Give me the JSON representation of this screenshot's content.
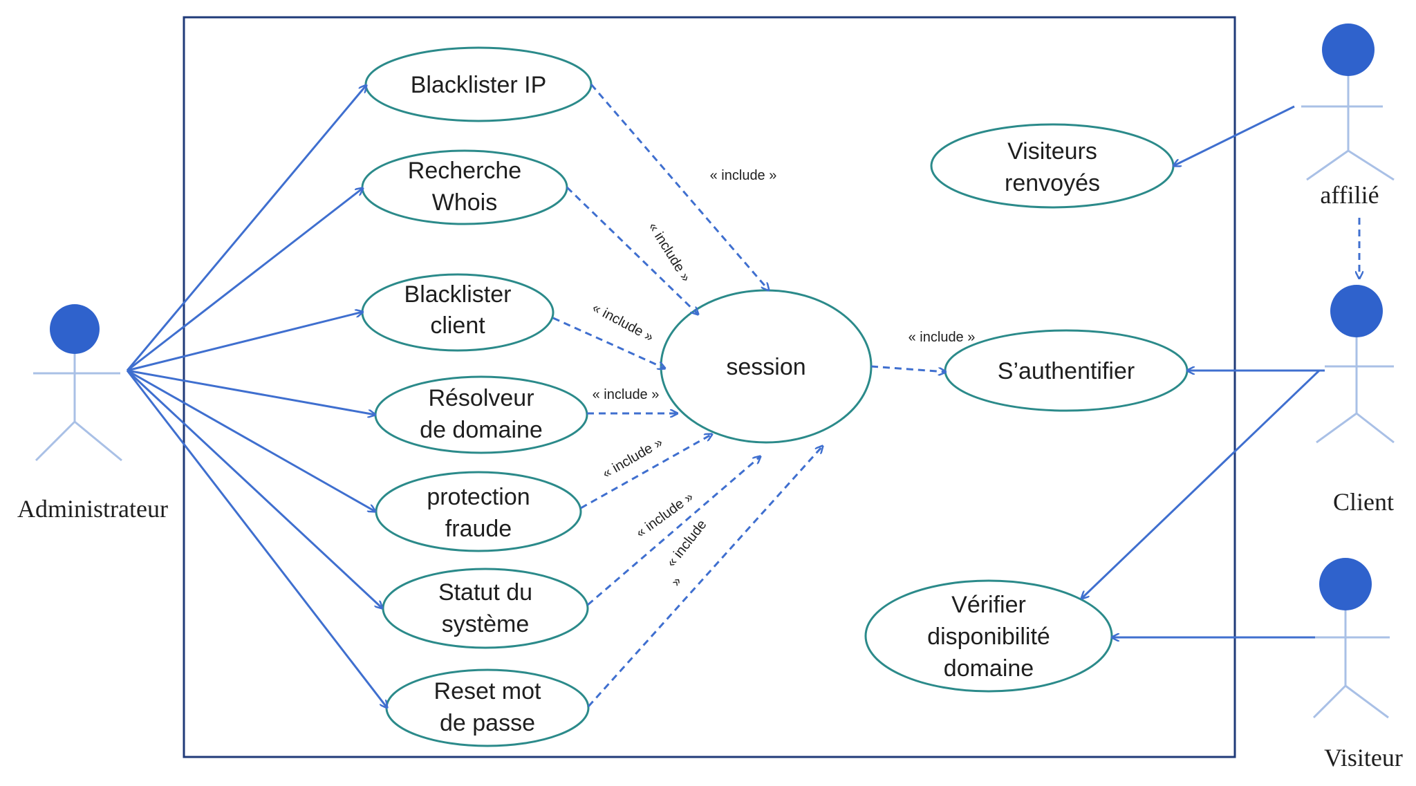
{
  "colors": {
    "boundary": "#1f3a78",
    "ellipse_stroke": "#2b8a8a",
    "arrow": "#3f6fcf",
    "actor_head": "#2f62cc",
    "actor_body": "#a9c0e6"
  },
  "actors": {
    "admin": "Administrateur",
    "affilie": "affilié",
    "client": "Client",
    "visiteur": "Visiteur"
  },
  "use_cases": {
    "blacklister_ip": [
      "Blacklister IP"
    ],
    "recherche_whois": [
      "Recherche",
      "Whois"
    ],
    "blacklister_client": [
      "Blacklister",
      "client"
    ],
    "resolveur_domaine": [
      "Résolveur",
      "de domaine"
    ],
    "protection_fraude": [
      "protection",
      "fraude"
    ],
    "statut_systeme": [
      "Statut du",
      "système"
    ],
    "reset_mdp": [
      "Reset mot",
      "de passe"
    ],
    "session": [
      "session"
    ],
    "visiteurs_renvoyes": [
      "Visiteurs",
      "renvoyés"
    ],
    "authentifier": [
      "S’authentifier"
    ],
    "verifier_domaine": [
      "Vérifier",
      "disponibilité",
      "domaine"
    ]
  },
  "relations": {
    "include": "« include »",
    "include_split": [
      "« include",
      "»"
    ]
  }
}
